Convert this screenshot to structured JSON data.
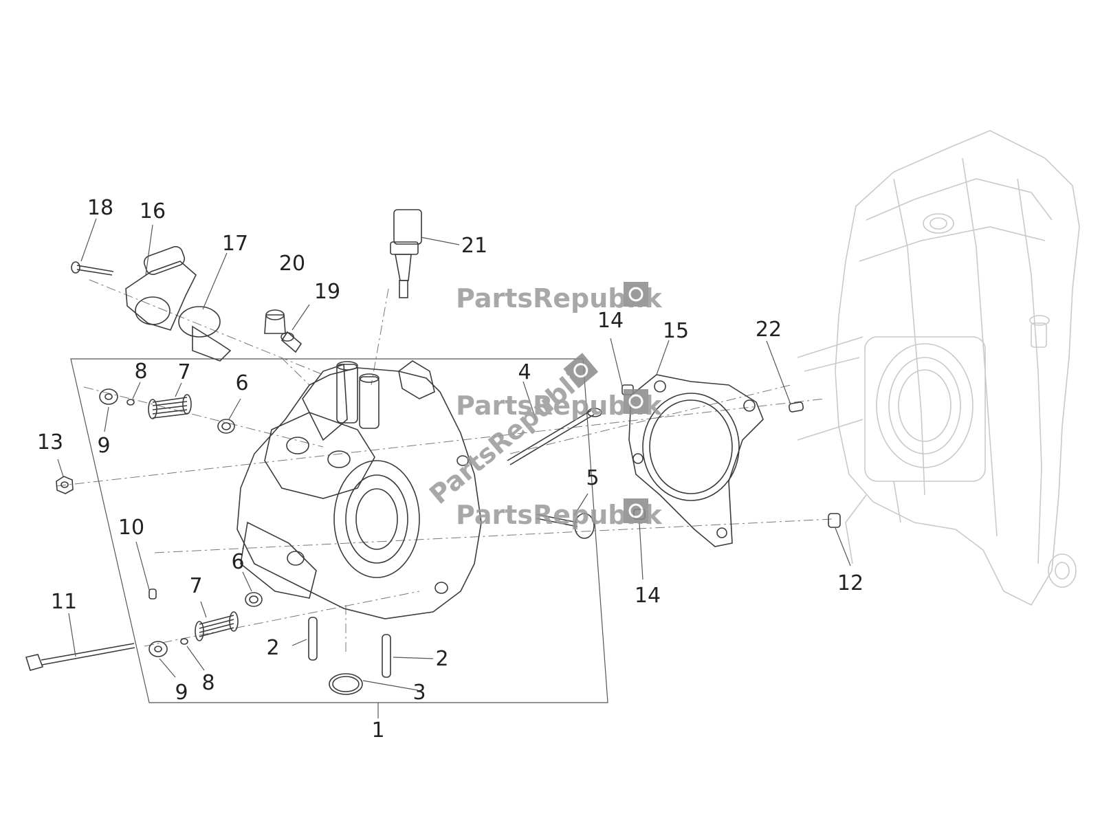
{
  "callouts": {
    "c1": "1",
    "c2a": "2",
    "c2b": "2",
    "c3": "3",
    "c4": "4",
    "c5": "5",
    "c6a": "6",
    "c6b": "6",
    "c7a": "7",
    "c7b": "7",
    "c8a": "8",
    "c8b": "8",
    "c9a": "9",
    "c9b": "9",
    "c10": "10",
    "c11": "11",
    "c12": "12",
    "c13": "13",
    "c14a": "14",
    "c14b": "14",
    "c15": "15",
    "c16": "16",
    "c17": "17",
    "c18": "18",
    "c19": "19",
    "c20": "20",
    "c21": "21",
    "c22": "22"
  },
  "watermark": {
    "text": "PartsRepublik"
  },
  "colors": {
    "line": "#3a3a3a",
    "ghost_engine": "#c9c9c9",
    "watermark": "#9a9a9a"
  }
}
